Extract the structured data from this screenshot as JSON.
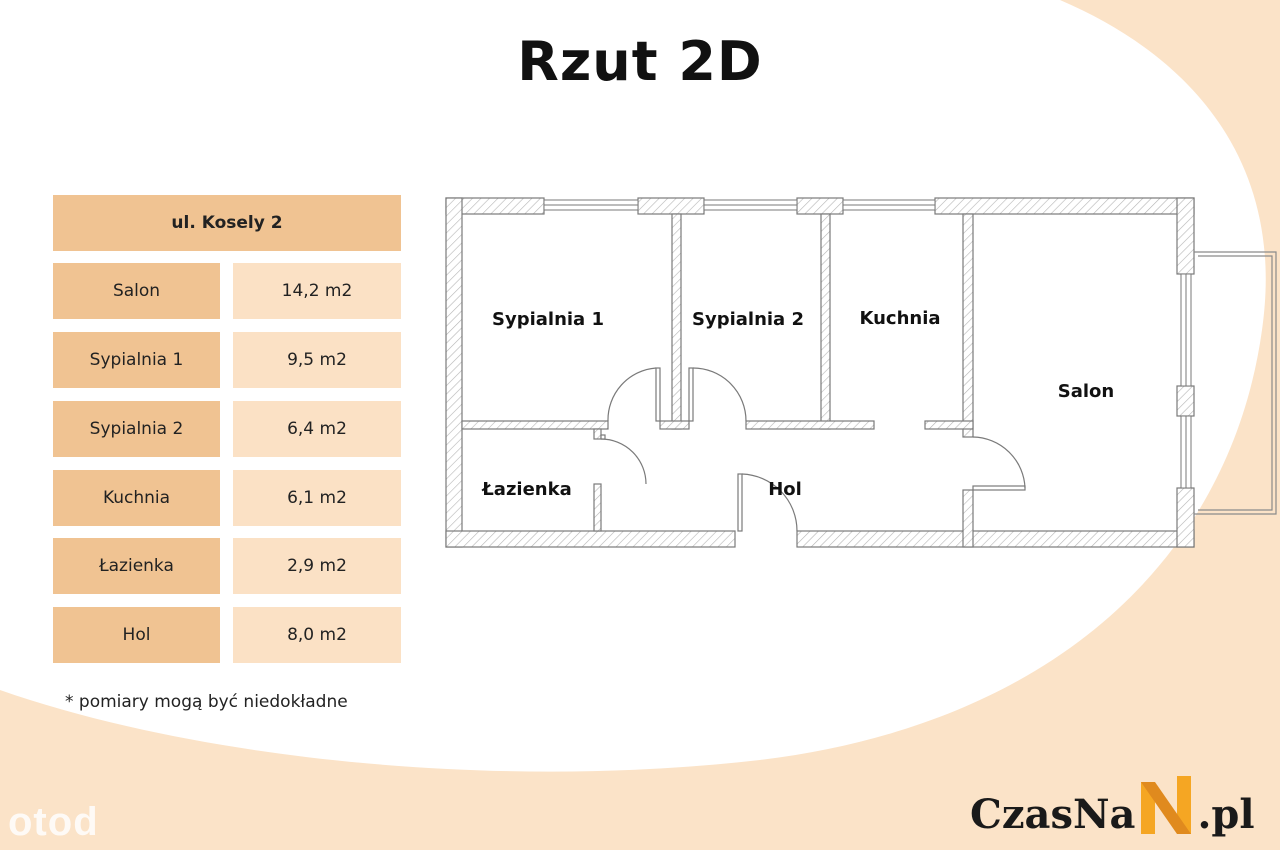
{
  "title": "Rzut 2D",
  "table": {
    "header": "ul. Kosely 2",
    "rows": [
      {
        "name": "Salon",
        "area": "14,2 m2"
      },
      {
        "name": "Sypialnia 1",
        "area": "9,5 m2"
      },
      {
        "name": "Sypialnia 2",
        "area": "6,4 m2"
      },
      {
        "name": "Kuchnia",
        "area": "6,1 m2"
      },
      {
        "name": "Łazienka",
        "area": "2,9 m2"
      },
      {
        "name": "Hol",
        "area": "8,0 m2"
      }
    ]
  },
  "note": "* pomiary mogą być niedokładne",
  "plan": {
    "rooms": {
      "sypialnia1": "Sypialnia 1",
      "sypialnia2": "Sypialnia 2",
      "kuchnia": "Kuchnia",
      "salon": "Salon",
      "lazienka": "Łazienka",
      "hol": "Hol"
    }
  },
  "logo": {
    "left": "CzasNa",
    "right": ".pl",
    "icon": "n-logo-icon"
  },
  "watermark": "otod",
  "colors": {
    "accent": "#f0c392",
    "accent_light": "#fbe1c5",
    "background_arc": "#fbe3c8",
    "wall_border": "#7a7a7a",
    "logo_orange": "#f5a623"
  }
}
